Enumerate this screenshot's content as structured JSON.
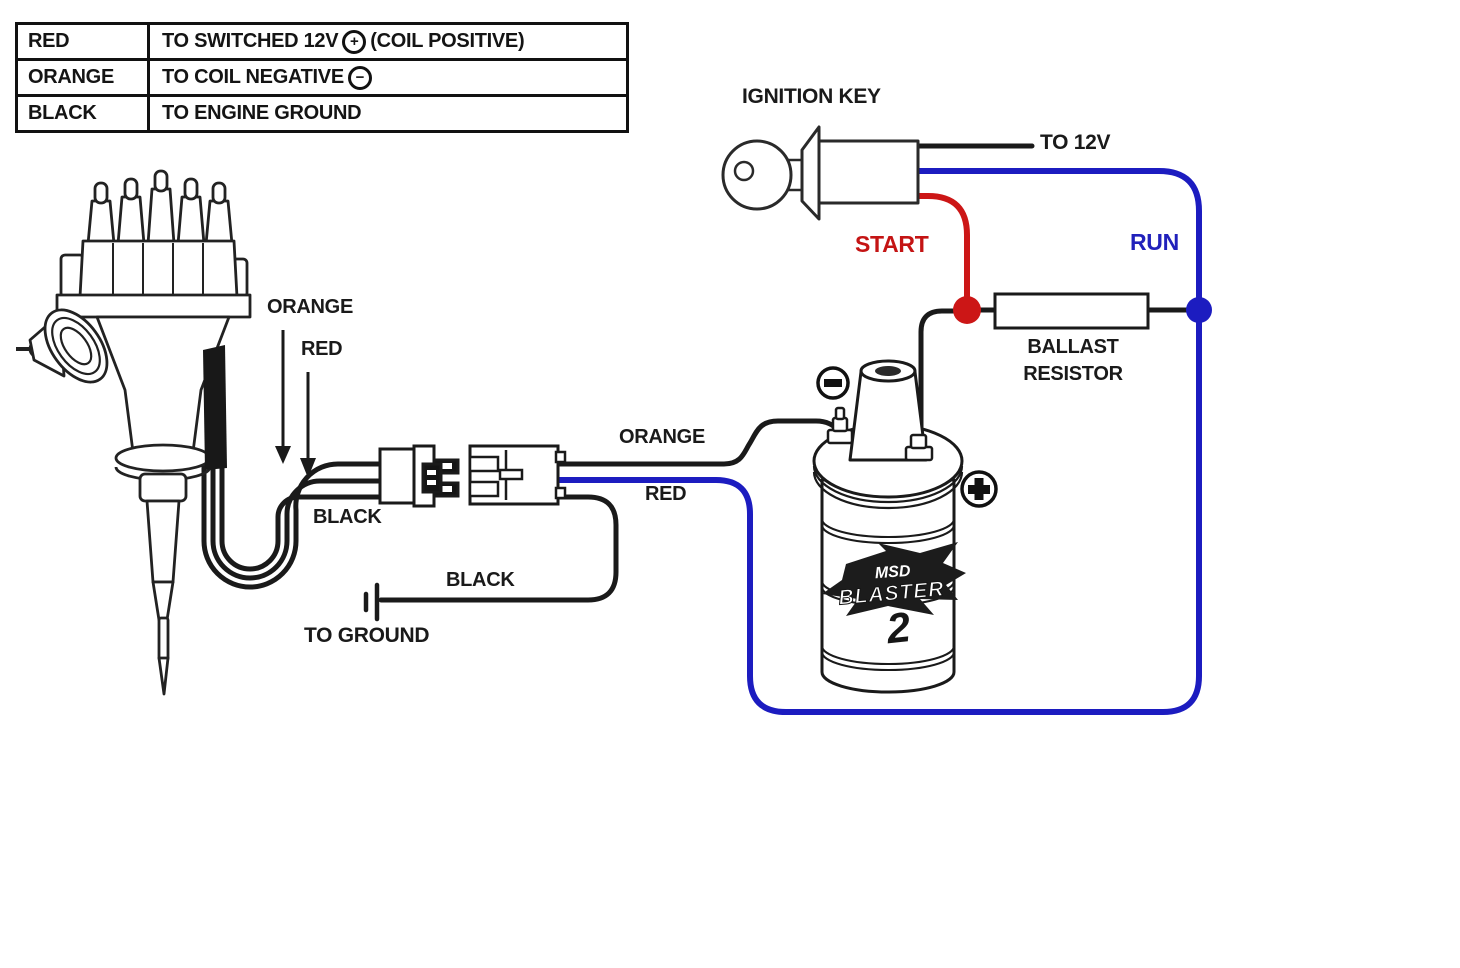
{
  "legend": {
    "rows": [
      {
        "color": "RED",
        "text_before": "TO SWITCHED 12V",
        "symbol": "+",
        "text_after": "(COIL POSITIVE)"
      },
      {
        "color": "ORANGE",
        "text_before": "TO COIL NEGATIVE",
        "symbol": "−",
        "text_after": ""
      },
      {
        "color": "BLACK",
        "text_before": "TO ENGINE GROUND",
        "symbol": "",
        "text_after": ""
      }
    ]
  },
  "labels": {
    "ignition_key": "IGNITION KEY",
    "to_12v": "TO 12V",
    "start": "START",
    "run": "RUN",
    "ballast_line1": "BALLAST",
    "ballast_line2": "RESISTOR",
    "orange_distributor": "ORANGE",
    "red_distributor": "RED",
    "black_distributor": "BLACK",
    "black_ground": "BLACK",
    "to_ground": "TO GROUND",
    "orange_coil": "ORANGE",
    "red_coil": "RED"
  },
  "coil_logo": {
    "brand": "MSD",
    "model": "BLASTER",
    "number": "2"
  },
  "coil_terminals": {
    "negative": "−",
    "positive": "+"
  },
  "colors": {
    "wire_red": "#cc1616",
    "wire_blue": "#1c1cc0",
    "wire_black": "#1a1a1a",
    "label_red": "#c41414",
    "label_blue": "#2121bb"
  }
}
